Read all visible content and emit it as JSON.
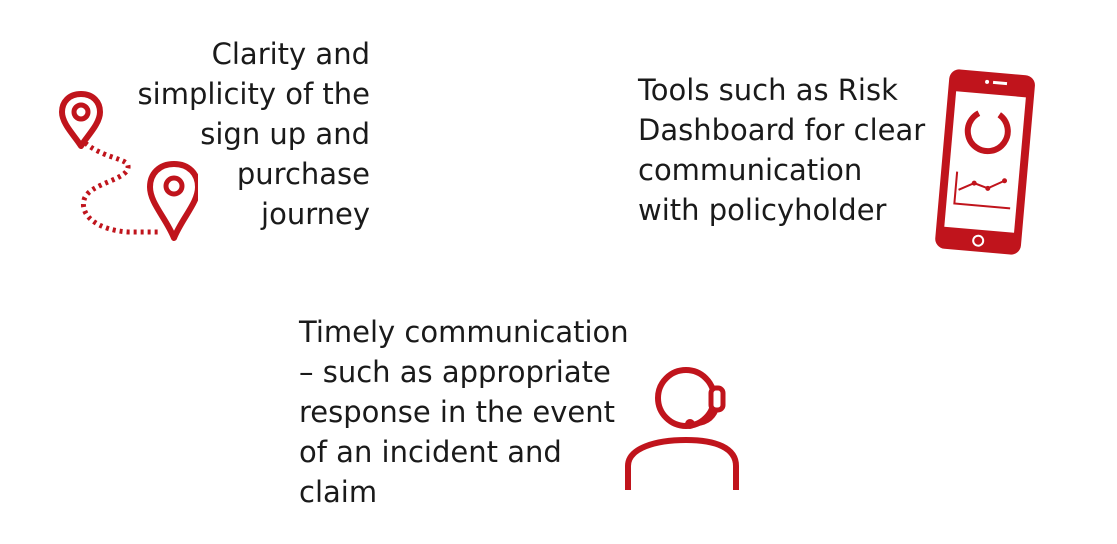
{
  "blocks": {
    "journey": {
      "lines": [
        "Clarity and",
        "simplicity of the",
        "sign up and",
        "purchase",
        "journey"
      ],
      "icon": "map-route-pins-icon"
    },
    "tools": {
      "lines": [
        "Tools such as Risk",
        "Dashboard for clear",
        "communication",
        "with policyholder"
      ],
      "icon": "smartphone-dashboard-icon"
    },
    "timely": {
      "lines": [
        "Timely communication",
        "– such as appropriate",
        "response in the event",
        "of an incident and",
        "claim"
      ],
      "icon": "headset-agent-icon"
    }
  },
  "colors": {
    "accent": "#c0141c",
    "text": "#1a1a1a",
    "background": "#ffffff"
  }
}
